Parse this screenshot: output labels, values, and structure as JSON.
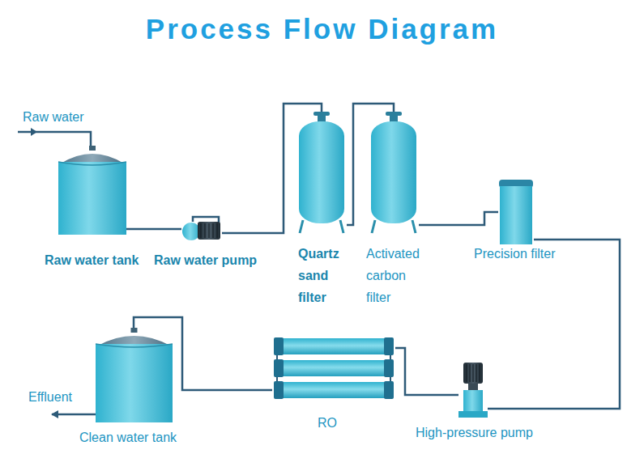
{
  "diagram": {
    "title": "Process Flow Diagram",
    "nodes": [
      {
        "text": [
          "Raw water tank"
        ]
      },
      {
        "text": [
          "Raw water pump"
        ]
      },
      {
        "text": [
          "Quartz sand filter"
        ]
      },
      {
        "text": [
          "Activated carbon filter"
        ]
      },
      {
        "text": [
          "Precision filter"
        ]
      },
      {
        "text": [
          "High-pressure pump"
        ]
      },
      {
        "text": [
          "RO"
        ]
      },
      {
        "text": [
          "Clean water tank"
        ]
      }
    ],
    "edges": [
      {
        "from": 0,
        "to": 1,
        "arrow": "none"
      },
      {
        "from": 1,
        "to": 2,
        "arrow": "none"
      },
      {
        "from": 2,
        "to": 3,
        "arrow": "none"
      },
      {
        "from": 3,
        "to": 4,
        "arrow": "none"
      },
      {
        "from": 4,
        "to": 5,
        "arrow": "none"
      },
      {
        "from": 5,
        "to": 6,
        "arrow": "none"
      },
      {
        "from": 6,
        "to": 7,
        "arrow": "none"
      }
    ],
    "labels": [
      "Raw water",
      "Effluent"
    ]
  }
}
